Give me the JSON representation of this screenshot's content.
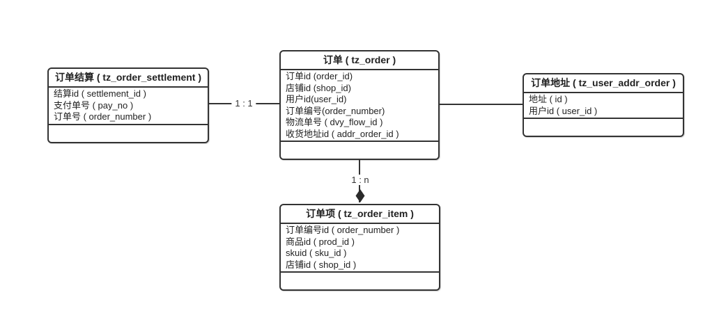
{
  "diagram": {
    "colors": {
      "line": "#333333",
      "background": "#ffffff",
      "text": "#1f1f1f"
    },
    "entities": [
      {
        "id": "tz_order_settlement",
        "title": "订单结算 ( tz_order_settlement )",
        "fields": [
          "结算id ( settlement_id )",
          "支付单号 ( pay_no )",
          "订单号 ( order_number )"
        ]
      },
      {
        "id": "tz_order",
        "title": "订单 ( tz_order )",
        "fields": [
          "订单id (order_id)",
          "店铺id (shop_id)",
          "用户id(user_id)",
          "订单编号(order_number)",
          "物流单号 ( dvy_flow_id )",
          "收货地址id ( addr_order_id )"
        ]
      },
      {
        "id": "tz_user_addr_order",
        "title": "订单地址 ( tz_user_addr_order )",
        "fields": [
          "地址 ( id )",
          "用户id ( user_id )"
        ]
      },
      {
        "id": "tz_order_item",
        "title": "订单项 ( tz_order_item )",
        "fields": [
          "订单编号id ( order_number )",
          "商品id ( prod_id )",
          "skuid ( sku_id )",
          "店铺id ( shop_id )"
        ]
      }
    ],
    "relationships": [
      {
        "from": "tz_order_settlement",
        "to": "tz_order",
        "label": "1 : 1",
        "arrow": "none"
      },
      {
        "from": "tz_order",
        "to": "tz_user_addr_order",
        "label": "",
        "arrow": "none"
      },
      {
        "from": "tz_order",
        "to": "tz_order_item",
        "label": "1 : n",
        "arrow": "filled-diamond"
      }
    ]
  }
}
